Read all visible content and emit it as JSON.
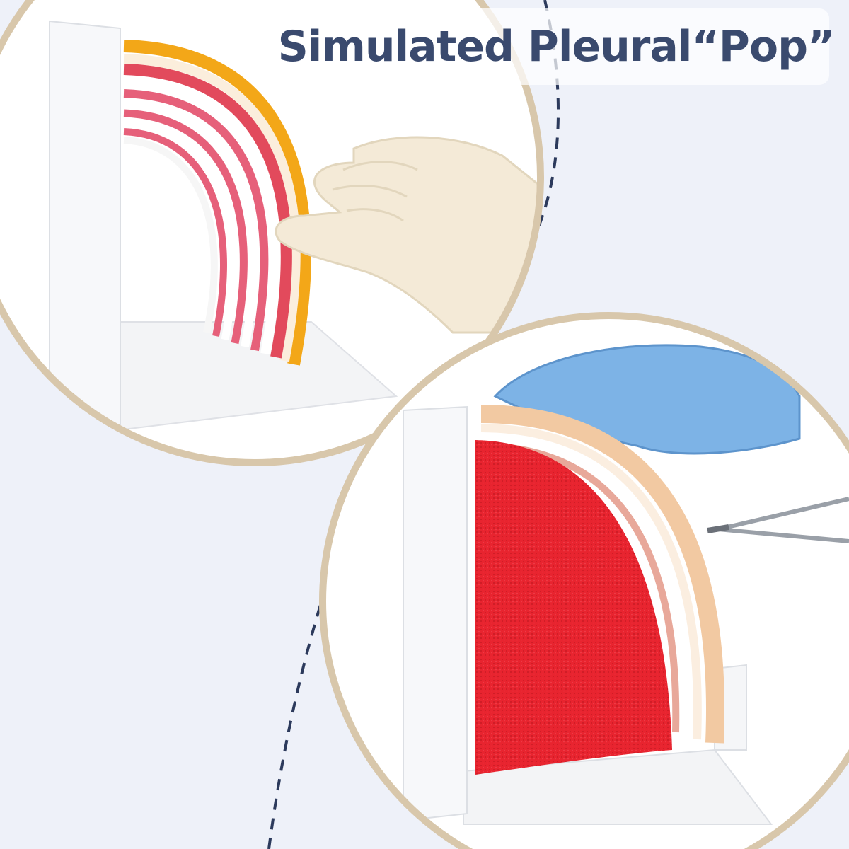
{
  "title": "Simulated Pleural“Pop”",
  "colors": {
    "background": "#eef1f9",
    "ring": "#d8c7ab",
    "dashed_line": "#2c3a5c",
    "title_text": "#3a4a6e",
    "sponge_red": "#e8242f",
    "skin_layer": "#f2c9a2",
    "fat_layer": "#f3a718",
    "muscle_layer": "#e24a5c",
    "glove_left": "#f4ead7",
    "glove_right": "#7db3e6"
  },
  "photos": [
    {
      "name": "rib-layers-model-photo",
      "description_icon": "chest-wall-layers"
    },
    {
      "name": "pleura-sponge-model-photo",
      "description_icon": "forceps-insertion"
    }
  ]
}
